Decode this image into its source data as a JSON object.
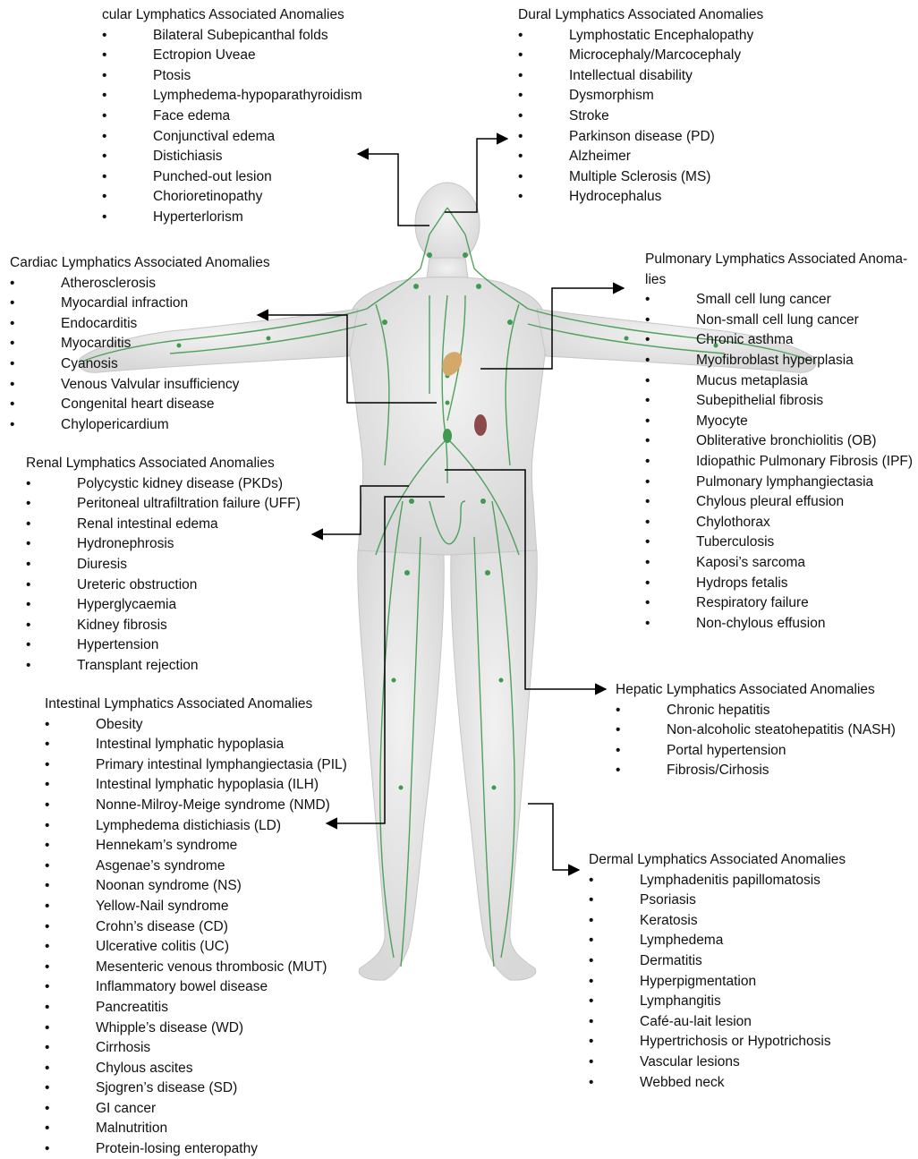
{
  "diagram": {
    "ocular": {
      "title": "cular Lymphatics Associated Anomalies",
      "items": [
        "Bilateral Subepicanthal folds",
        "Ectropion Uveae",
        "Ptosis",
        "Lymphedema-hypoparathyroidism",
        "Face edema",
        "Conjunctival edema",
        "Distichiasis",
        "Punched-out lesion",
        "Chorioretinopathy",
        "Hyperterlorism"
      ]
    },
    "dural": {
      "title": "Dural Lymphatics Associated Anomalies",
      "items": [
        "Lymphostatic Encephalopathy",
        "Microcephaly/Marcocephaly",
        "Intellectual disability",
        "Dysmorphism",
        "Stroke",
        "Parkinson disease (PD)",
        "Alzheimer",
        "Multiple Sclerosis (MS)",
        "Hydrocephalus"
      ]
    },
    "cardiac": {
      "title": "Cardiac Lymphatics Associated Anomalies",
      "items": [
        "Atherosclerosis",
        "Myocardial infraction",
        "Endocarditis",
        "Myocarditis",
        "Cyanosis",
        "Venous Valvular insufficiency",
        "Congenital heart disease",
        "Chylopericardium"
      ]
    },
    "pulmonary": {
      "title": "Pulmonary Lymphatics Associated Anoma-lies",
      "items": [
        "Small cell lung cancer",
        "Non-small cell lung cancer",
        "Chronic asthma",
        "Myofibroblast hyperplasia",
        "Mucus metaplasia",
        "Subepithelial fibrosis",
        "Myocyte",
        "Obliterative bronchiolitis (OB)",
        "Idiopathic Pulmonary Fibrosis (IPF)",
        "Pulmonary lymphangiectasia",
        "Chylous pleural effusion",
        "Chylothorax",
        "Tuberculosis",
        "Kaposi’s sarcoma",
        "Hydrops fetalis",
        "Respiratory failure",
        "Non-chylous effusion"
      ]
    },
    "renal": {
      "title": "Renal Lymphatics Associated Anomalies",
      "items": [
        "Polycystic kidney disease (PKDs)",
        "Peritoneal ultrafiltration failure (UFF)",
        "Renal intestinal edema",
        "Hydronephrosis",
        "Diuresis",
        "Ureteric obstruction",
        "Hyperglycaemia",
        "Kidney fibrosis",
        "Hypertension",
        "Transplant rejection"
      ]
    },
    "hepatic": {
      "title": "Hepatic Lymphatics Associated Anomalies",
      "items": [
        "Chronic hepatitis",
        "Non-alcoholic steatohepatitis (NASH)",
        "Portal hypertension",
        "Fibrosis/Cirhosis"
      ]
    },
    "intestinal": {
      "title": "Intestinal Lymphatics Associated Anomalies",
      "items": [
        "Obesity",
        "Intestinal lymphatic hypoplasia",
        "Primary intestinal lymphangiectasia (PIL)",
        "Intestinal lymphatic hypoplasia (ILH)",
        "Nonne-Milroy-Meige syndrome (NMD)",
        "Lymphedema distichiasis (LD)",
        "Hennekam’s syndrome",
        "Asgenae’s syndrome",
        "Noonan syndrome (NS)",
        "Yellow-Nail syndrome",
        "Crohn’s disease (CD)",
        "Ulcerative colitis (UC)",
        "Mesenteric venous thrombosic (MUT)",
        "Inflammatory bowel disease",
        "Pancreatitis",
        "Whipple’s disease (WD)",
        "Cirrhosis",
        "Chylous ascites",
        "Sjogren’s disease (SD)",
        "GI cancer",
        "Malnutrition",
        "Protein-losing enteropathy"
      ]
    },
    "dermal": {
      "title": "Dermal Lymphatics Associated Anomalies",
      "items": [
        "Lymphadenitis papillomatosis",
        "Psoriasis",
        "Keratosis",
        "Lymphedema",
        "Dermatitis",
        "Hyperpigmentation",
        "Lymphangitis",
        "Café-au-lait lesion",
        "Hypertrichosis or Hypotrichosis",
        "Vascular lesions",
        "Webbed neck"
      ]
    }
  },
  "colors": {
    "text": "#111111",
    "lymph": "#3f9a4e",
    "body": "#e4e4e4",
    "body_edge": "#c6c6c6",
    "heart": "#d4a869",
    "spleen": "#8a4a4a"
  }
}
